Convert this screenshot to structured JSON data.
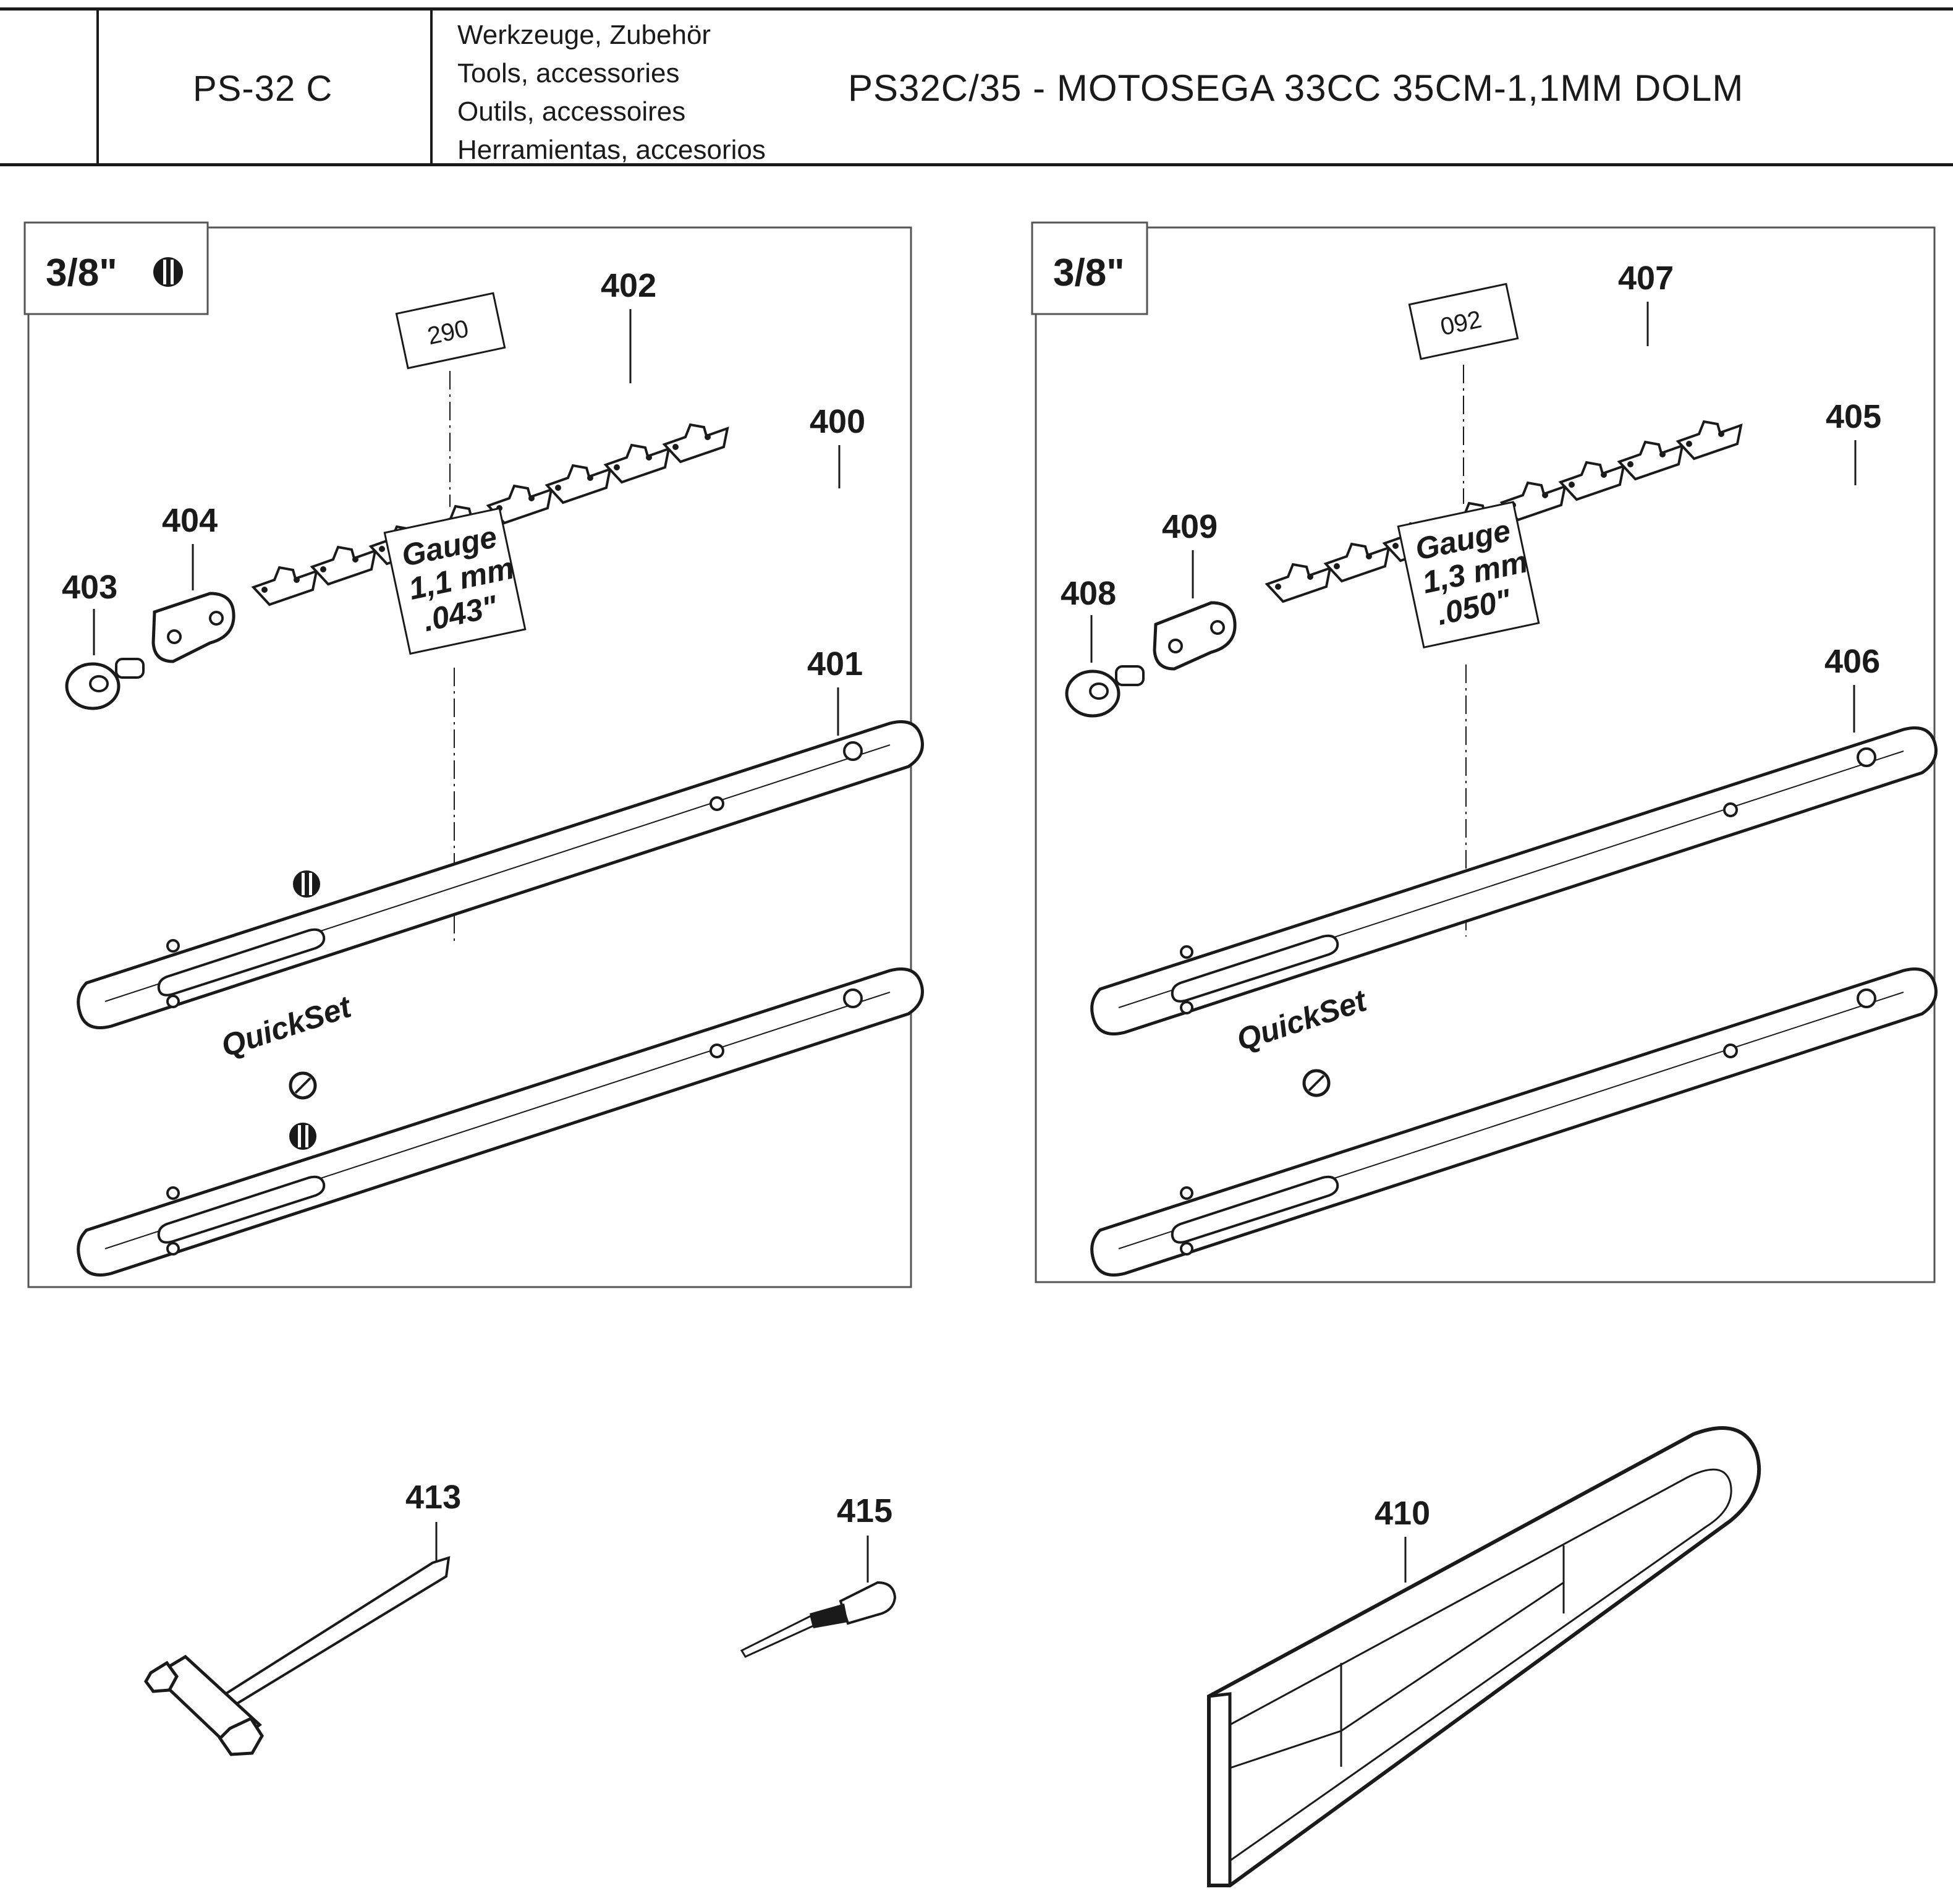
{
  "header": {
    "model": "PS-32 C",
    "categories": [
      "Werkzeuge, Zubehör",
      "Tools, accessories",
      "Outils, accessoires",
      "Herramientas, accesorios"
    ],
    "title": "PS32C/35 - MOTOSEGA 33CC 35CM-1,1MM DOLM"
  },
  "left_panel": {
    "pitch": "3/8\"",
    "chain_code": "290",
    "gauge": [
      "Gauge",
      "1,1 mm",
      ".043\""
    ],
    "brand": "QuickSet",
    "parts": {
      "chain": "402",
      "bar_top": "400",
      "bar_bottom": "401",
      "link": "404",
      "rivet": "403"
    }
  },
  "right_panel": {
    "pitch": "3/8\"",
    "chain_code": "092",
    "gauge": [
      "Gauge",
      "1,3 mm",
      ".050\""
    ],
    "brand": "QuickSet",
    "parts": {
      "chain": "407",
      "bar_top": "405",
      "bar_bottom": "406",
      "link": "409",
      "rivet": "408"
    }
  },
  "tools": {
    "wrench": "413",
    "screwdriver": "415",
    "cover": "410"
  },
  "colors": {
    "ink": "#1a1a1a",
    "panel_border": "#555555",
    "paper": "#ffffff"
  }
}
